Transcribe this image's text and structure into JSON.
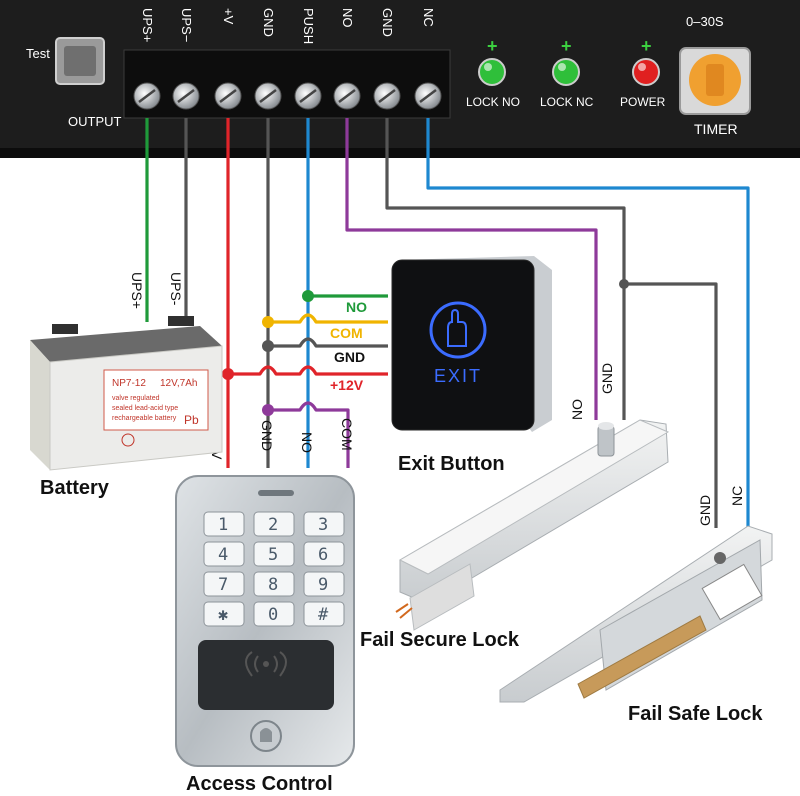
{
  "panel": {
    "test_label": "Test",
    "output_label": "OUTPUT",
    "terminals": [
      "UPS+",
      "UPS−",
      "+V",
      "GND",
      "PUSH",
      "NO",
      "GND",
      "NC"
    ],
    "leds": [
      {
        "label": "LOCK NO",
        "plus": "+",
        "color": "#2fbf3a"
      },
      {
        "label": "LOCK NC",
        "plus": "+",
        "color": "#2fbf3a"
      },
      {
        "label": "POWER",
        "plus": "+",
        "color": "#e02020"
      }
    ],
    "timer_range": "0–30S",
    "timer_label": "TIMER"
  },
  "wires": {
    "ups_plus": "UPS+",
    "ups_minus": "UPS-",
    "bus": [
      {
        "label": "NO",
        "color": "#1f9a3a"
      },
      {
        "label": "COM",
        "color": "#f0b400"
      },
      {
        "label": "GND",
        "color": "#555555"
      },
      {
        "label": "+12V",
        "color": "#e0242a"
      }
    ],
    "keypad_inputs": [
      "+V",
      "GND",
      "NO",
      "COM"
    ],
    "fail_secure": [
      "NO",
      "GND"
    ],
    "fail_safe": [
      "GND",
      "NC"
    ]
  },
  "battery": {
    "model": "NP7-12",
    "rating": "12V,7Ah",
    "line1": "valve regulated",
    "line2": "sealed lead-acid type",
    "line3": "rechargeable battery",
    "recycle": "Pb"
  },
  "exit_button": {
    "text": "EXIT"
  },
  "keypad": {
    "keys": [
      "1",
      "2",
      "3",
      "4",
      "5",
      "6",
      "7",
      "8",
      "9",
      "✱",
      "0",
      "#"
    ]
  },
  "captions": {
    "battery": "Battery",
    "exit_button": "Exit Button",
    "fail_secure": "Fail Secure Lock",
    "fail_safe": "Fail Safe Lock",
    "access_control": "Access Control"
  },
  "colors": {
    "green": "#1f9a3a",
    "gray": "#555555",
    "red": "#e0242a",
    "blue": "#1e88d0",
    "purple": "#8e3a9a",
    "yellow": "#f0b400"
  }
}
